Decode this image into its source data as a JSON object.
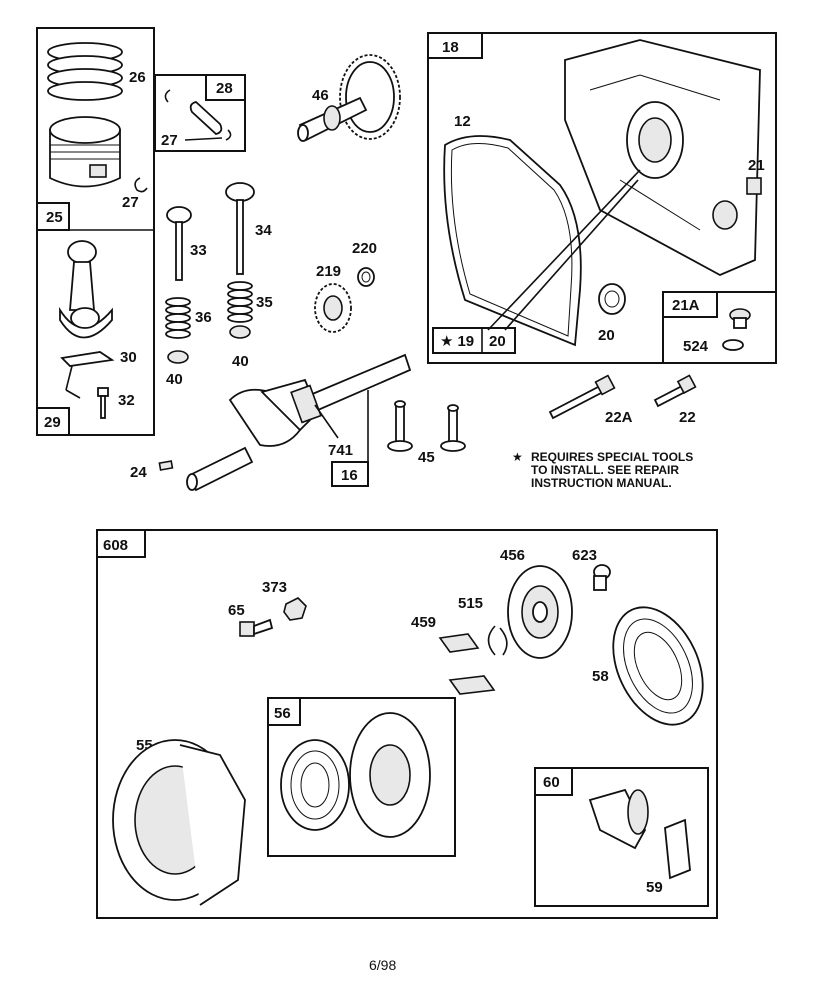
{
  "boxes": {
    "b25": "25",
    "b29": "29",
    "b28": "28",
    "b18": "18",
    "b16": "16",
    "b21a": "21A",
    "b19": "19",
    "b20": "20",
    "b608": "608",
    "b56": "56",
    "b60": "60"
  },
  "labels": {
    "l26": "26",
    "l27a": "27",
    "l27b": "27",
    "l46": "46",
    "l12": "12",
    "l21": "21",
    "l33": "33",
    "l34": "34",
    "l36": "36",
    "l35": "35",
    "l40a": "40",
    "l40b": "40",
    "l220": "220",
    "l219": "219",
    "l30": "30",
    "l32": "32",
    "l741": "741",
    "l24": "24",
    "l45": "45",
    "l20": "20",
    "l524": "524",
    "l22a": "22A",
    "l22": "22",
    "l373": "373",
    "l65": "65",
    "l456": "456",
    "l623": "623",
    "l515": "515",
    "l459": "459",
    "l58": "58",
    "l55": "55",
    "l59": "59"
  },
  "note": {
    "star": "★",
    "line1": "REQUIRES SPECIAL TOOLS",
    "line2": "TO INSTALL.  SEE REPAIR",
    "line3": "INSTRUCTION MANUAL."
  },
  "footer": "6/98"
}
